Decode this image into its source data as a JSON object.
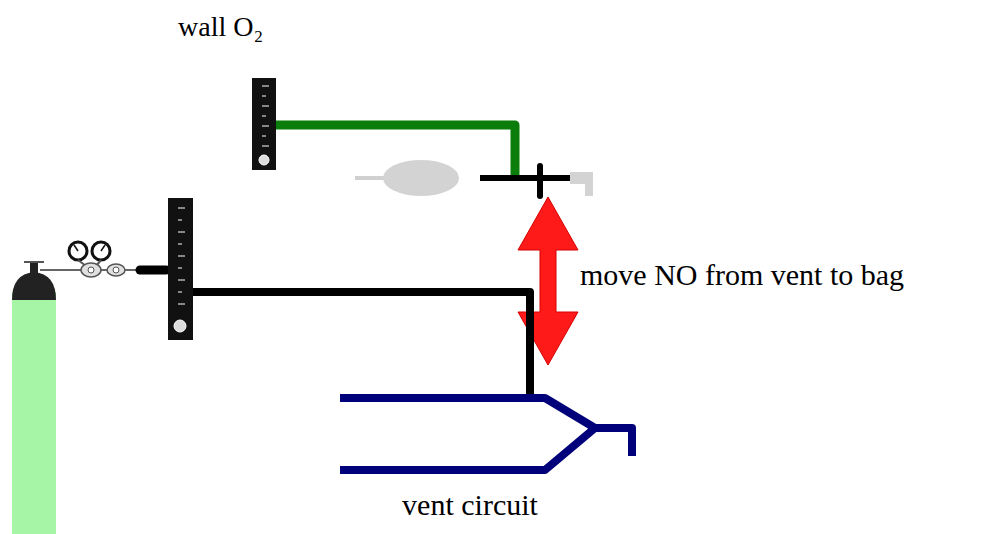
{
  "diagram": {
    "labels": [
      "wall O₂",
      "move NO from vent to bag",
      "vent circuit"
    ]
  }
}
